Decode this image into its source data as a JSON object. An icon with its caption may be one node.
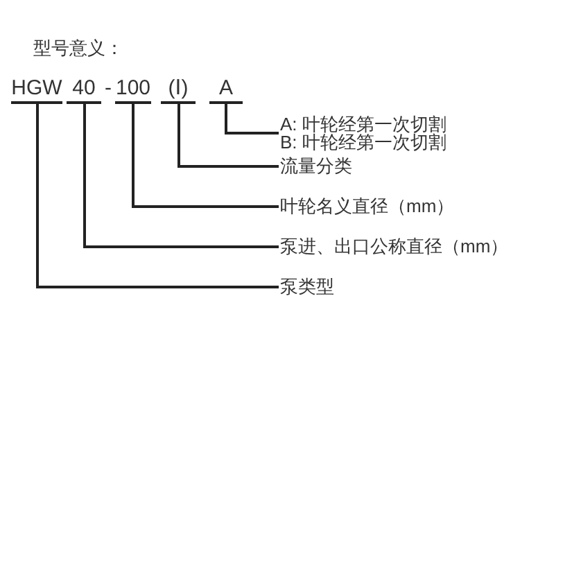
{
  "diagram": {
    "title": "型号意义：",
    "nodes": [
      {
        "text": [
          "HGW"
        ]
      },
      {
        "text": [
          "40"
        ]
      },
      {
        "text": [
          "100"
        ]
      },
      {
        "text": [
          "(Ⅰ)"
        ]
      },
      {
        "text": [
          "A"
        ]
      },
      {
        "text": [
          "A: 叶轮经第一次切割",
          "B: 叶轮经第一次切割"
        ]
      },
      {
        "text": [
          "流量分类"
        ]
      },
      {
        "text": [
          "叶轮名义直径（mm）"
        ]
      },
      {
        "text": [
          "泵进、出口公称直径（mm）"
        ]
      },
      {
        "text": [
          "泵类型"
        ]
      }
    ],
    "edges": [
      {
        "from": 4,
        "to": 5,
        "arrow": "none"
      },
      {
        "from": 3,
        "to": 6,
        "arrow": "none"
      },
      {
        "from": 2,
        "to": 7,
        "arrow": "none"
      },
      {
        "from": 1,
        "to": 8,
        "arrow": "none"
      },
      {
        "from": 0,
        "to": 9,
        "arrow": "none"
      }
    ],
    "labels": [
      "-"
    ]
  }
}
